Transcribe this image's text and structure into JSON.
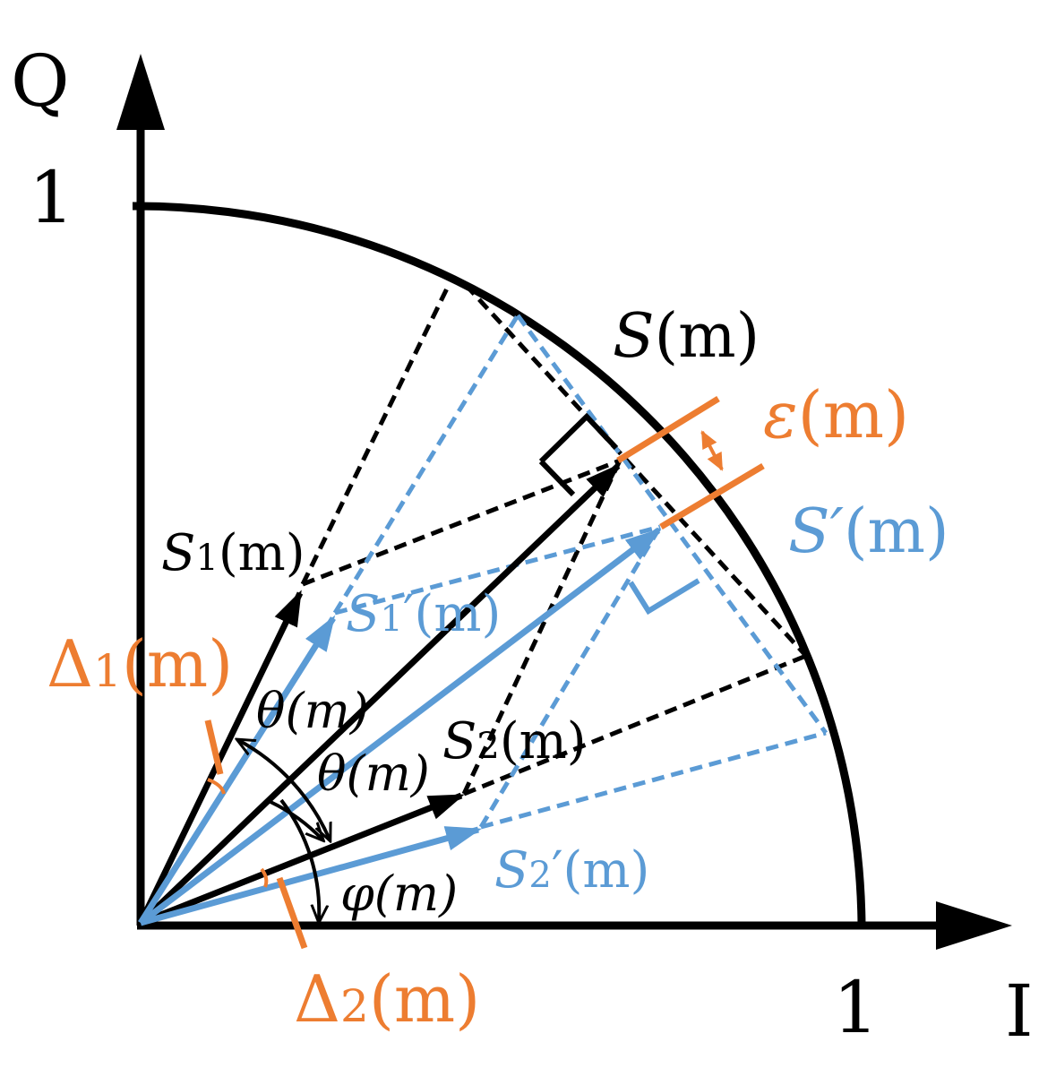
{
  "axes": {
    "x_label": "I",
    "y_label": "Q",
    "x_tick": "1",
    "y_tick": "1"
  },
  "labels": {
    "s": {
      "main": "S",
      "arg": "(m)"
    },
    "s_prime": {
      "main": "S′",
      "arg": "(m)"
    },
    "s1": {
      "main": "S",
      "sub": "1",
      "arg": "(m)"
    },
    "s1_prime": {
      "main": "S",
      "sub": "1",
      "prime": "′",
      "arg": "(m)"
    },
    "s2": {
      "main": "S",
      "sub": "2",
      "arg": "(m)"
    },
    "s2_prime": {
      "main": "S",
      "sub": "2",
      "prime": "′",
      "arg": "(m)"
    },
    "theta_1": "θ(m)",
    "theta_2": "θ(m)",
    "phi": "φ(m)",
    "epsilon": {
      "main": "ε",
      "arg": "(m)"
    },
    "delta1": {
      "main": "Δ",
      "sub": "1",
      "arg": "(m)"
    },
    "delta2": {
      "main": "Δ",
      "sub": "2",
      "arg": "(m)"
    }
  },
  "colors": {
    "black": "#000000",
    "blue": "#5b9bd5",
    "orange": "#ed7d31"
  }
}
